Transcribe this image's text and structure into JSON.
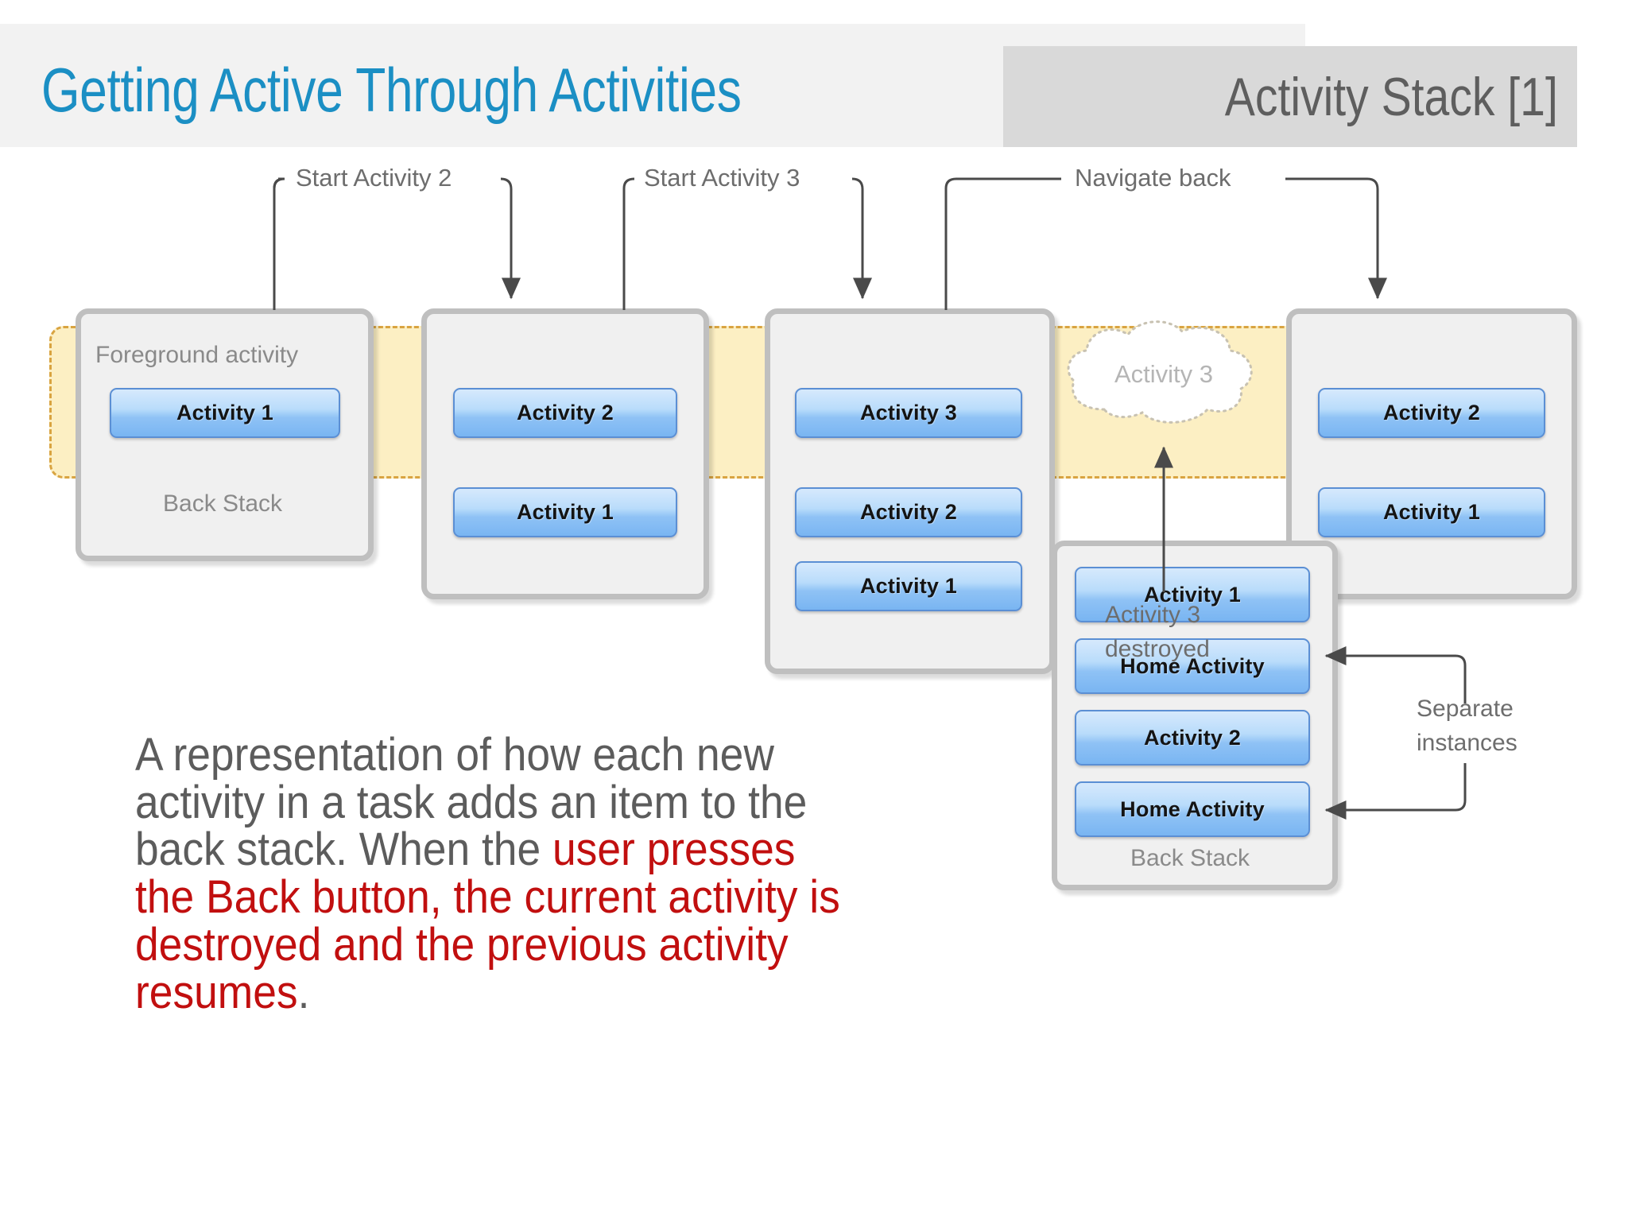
{
  "header": {
    "title": "Getting Active Through Activities",
    "subtitle": "Activity Stack [1]",
    "title_color": "#1b8fc4",
    "subtitle_color": "#5e5e5e",
    "light_band_color": "#f2f2f2",
    "dark_band_color": "#d9d9d9"
  },
  "diagram": {
    "foreground_band_label": "Foreground activity",
    "foreground_band_color": "#fcefc3",
    "foreground_band_border": "#d9a441",
    "annotations": {
      "start_activity_2": "Start Activity 2",
      "start_activity_3": "Start Activity 3",
      "navigate_back": "Navigate back",
      "activity_3_destroyed_line1": "Activity 3",
      "activity_3_destroyed_line2": "destroyed",
      "separate_instances_line1": "Separate",
      "separate_instances_line2": "instances"
    },
    "cloud_label": "Activity 3",
    "stacks": [
      {
        "id": "stack-1",
        "back_stack_label": "Back Stack",
        "chips": [
          "Activity 1"
        ]
      },
      {
        "id": "stack-2",
        "back_stack_label": "",
        "chips": [
          "Activity 2",
          "Activity 1"
        ]
      },
      {
        "id": "stack-3",
        "back_stack_label": "",
        "chips": [
          "Activity 3",
          "Activity 2",
          "Activity 1"
        ]
      },
      {
        "id": "stack-4",
        "back_stack_label": "",
        "chips": [
          "Activity 2",
          "Activity 1"
        ]
      },
      {
        "id": "stack-5",
        "back_stack_label": "Back Stack",
        "chips": [
          "Activity 1",
          "Home Activity",
          "Activity 2",
          "Home Activity"
        ]
      }
    ],
    "chip_colors": {
      "gradient_top": "#d6e9fc",
      "gradient_bottom": "#79b5f2",
      "border": "#5b8fd4"
    }
  },
  "body": {
    "line1_plain": "A representation of how each new",
    "line2_plain": "activity in a task adds an item to the",
    "line3_plain": "back stack. When the ",
    "line3_red": "user presses",
    "line4_red": "the Back button, the current activity is",
    "line5_red": "destroyed and the previous activity",
    "line6_red": "resumes",
    "line6_plain": ".",
    "plain_color": "#5c5c5c",
    "highlight_color": "#c10f0f"
  }
}
